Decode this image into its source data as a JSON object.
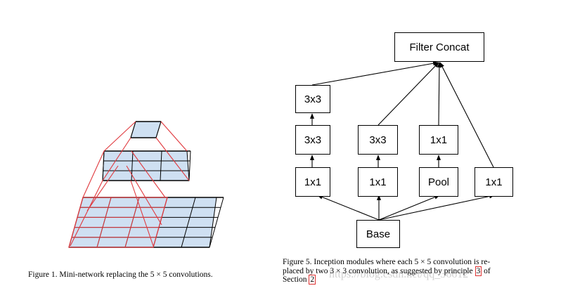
{
  "figure1": {
    "caption": "Figure 1. Mini-network replacing the 5 × 5 convolutions.",
    "colors": {
      "cell_fill": "#cfe0f2",
      "grid_line": "#000000",
      "connector": "#e0393e"
    }
  },
  "figure5": {
    "nodes": {
      "filter_concat": "Filter Concat",
      "b1_top": "3x3",
      "b1_mid": "3x3",
      "b1_bottom": "1x1",
      "b2_mid": "3x3",
      "b2_bottom": "1x1",
      "b3_mid": "1x1",
      "b3_bottom": "Pool",
      "b4_bottom": "1x1",
      "base": "Base"
    },
    "caption_line1": "Figure 5. Inception modules where each 5 × 5 convolution is re-",
    "caption_line2_a": "placed by two 3 × 3 convolution, as suggested by principle ",
    "caption_ref1": "3",
    "caption_line2_b": " of",
    "caption_line3_a": "Section ",
    "caption_ref2": "2",
    "watermark": "https://blog.csdn.net/qq_36612"
  }
}
